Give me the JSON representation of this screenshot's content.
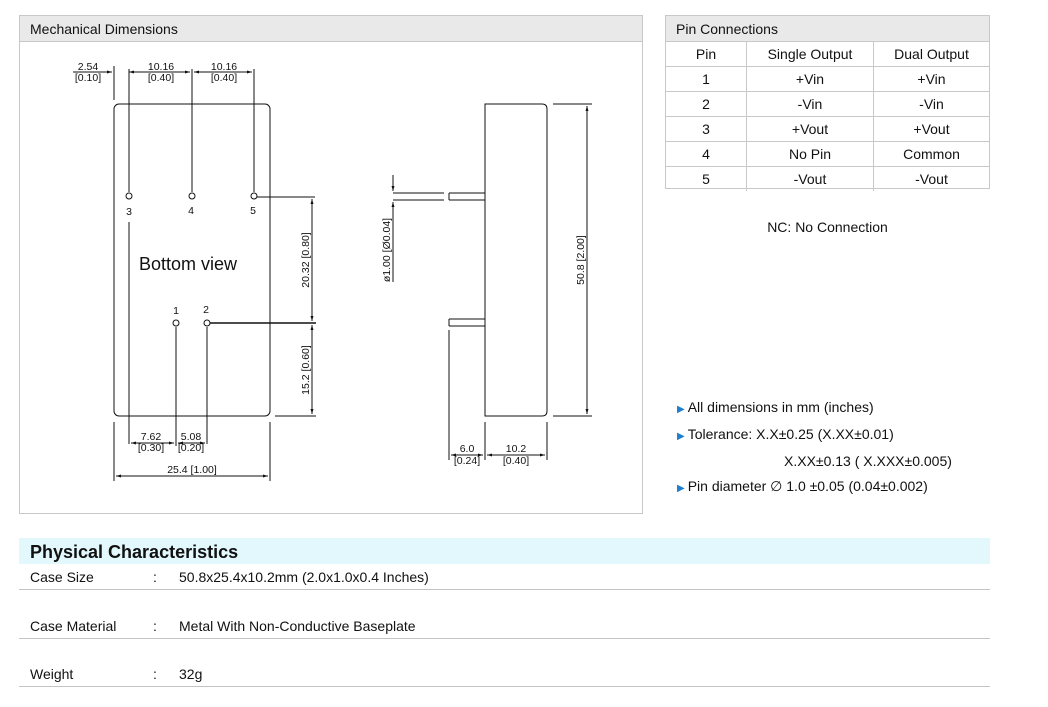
{
  "mechanical": {
    "title": "Mechanical Dimensions",
    "bottom_view_label": "Bottom view",
    "pin_labels": [
      "1",
      "2",
      "3",
      "4",
      "5"
    ],
    "top_dims": [
      {
        "mm": "2.54",
        "in": "[0.10]"
      },
      {
        "mm": "10.16",
        "in": "[0.40]"
      },
      {
        "mm": "10.16",
        "in": "[0.40]"
      }
    ],
    "right_dims": [
      "20.32 [0.80]",
      "15.2 [0.60]"
    ],
    "bottom_dims": [
      {
        "mm": "7.62",
        "in": "[0.30]"
      },
      {
        "mm": "5.08",
        "in": "[0.20]"
      }
    ],
    "width_dim": "25.4 [1.00]",
    "side_pin_dim": "ø1.00 [Ø0.04]",
    "side_height_dim": "50.8 [2.00]",
    "side_bottom_dims": [
      {
        "mm": "6.0",
        "in": "[0.24]"
      },
      {
        "mm": "10.2",
        "in": "[0.40]"
      }
    ]
  },
  "pin_connections": {
    "title": "Pin Connections",
    "headers": [
      "Pin",
      "Single Output",
      "Dual Output"
    ],
    "rows": [
      [
        "1",
        "+Vin",
        "+Vin"
      ],
      [
        "2",
        "-Vin",
        "-Vin"
      ],
      [
        "3",
        "+Vout",
        "+Vout"
      ],
      [
        "4",
        "No Pin",
        "Common"
      ],
      [
        "5",
        "-Vout",
        "-Vout"
      ]
    ],
    "note": "NC: No Connection"
  },
  "notes": [
    "All dimensions in mm (inches)",
    "Tolerance: X.X±0.25 (X.XX±0.01)",
    "X.XX±0.13 ( X.XXX±0.005)",
    "Pin diameter ∅ 1.0 ±0.05 (0.04±0.002)"
  ],
  "accent_color": "#1e7fd0",
  "physical": {
    "title": "Physical Characteristics",
    "rows": [
      {
        "label": "Case Size",
        "sep": ":",
        "value": "50.8x25.4x10.2mm (2.0x1.0x0.4 Inches)"
      },
      {
        "label": "Case Material",
        "sep": ":",
        "value": "Metal With Non-Conductive Baseplate"
      },
      {
        "label": "Weight",
        "sep": ":",
        "value": "32g"
      }
    ]
  }
}
